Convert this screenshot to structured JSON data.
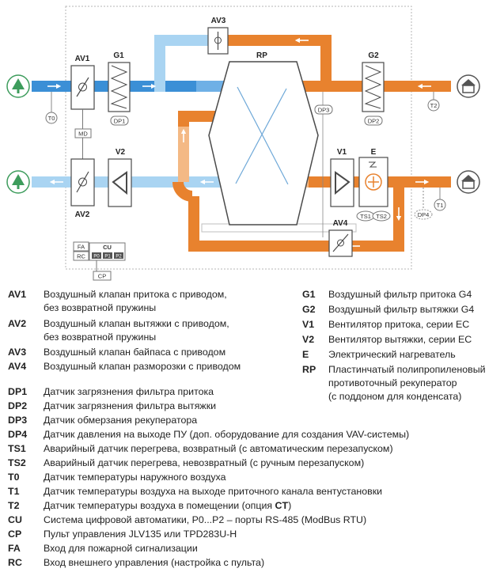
{
  "diagram": {
    "AV1": "AV1",
    "AV2": "AV2",
    "AV3": "AV3",
    "AV4": "AV4",
    "G1": "G1",
    "G2": "G2",
    "V1": "V1",
    "V2": "V2",
    "E": "E",
    "RP": "RP",
    "MD": "MD",
    "DP1": "DP1",
    "DP2": "DP2",
    "DP3": "DP3",
    "DP4": "DP4",
    "T0": "T0",
    "T1": "T1",
    "T2": "T2",
    "TS1": "TS1",
    "TS2": "TS2",
    "CU": "CU",
    "FA": "FA",
    "RC": "RC",
    "CP": "CP",
    "P0": "P0",
    "P1": "P1",
    "P2": "P2",
    "colors": {
      "supply": "#3b8fd6",
      "supply_light": "#a9d4f2",
      "exhaust": "#e8822e",
      "exhaust_light": "#f4b985",
      "outline": "#4a4a4a",
      "green": "#3d9c5c"
    }
  },
  "legend_left": [
    {
      "code": "AV1",
      "desc": "Воздушный клапан притока с приводом,"
    },
    {
      "code": "",
      "desc": "без возвратной пружины"
    },
    {
      "code": "AV2",
      "desc": "Воздушный клапан вытяжки с приводом,"
    },
    {
      "code": "",
      "desc": "без  возвратной пружины"
    },
    {
      "code": "AV3",
      "desc": "Воздушный клапан байпаса с приводом"
    },
    {
      "code": "AV4",
      "desc": "Воздушный клапан разморозки с приводом"
    }
  ],
  "legend_right": [
    {
      "code": "G1",
      "desc": "Воздушный фильтр притока G4"
    },
    {
      "code": "G2",
      "desc": "Воздушный фильтр вытяжки G4"
    },
    {
      "code": "V1",
      "desc": "Вентилятор притока, серии EC"
    },
    {
      "code": "V2",
      "desc": "Вентилятор вытяжки, серии EC"
    },
    {
      "code": "E",
      "desc": "Электрический нагреватель"
    },
    {
      "code": "RP",
      "desc": "Пластинчатый полипропиленовый"
    },
    {
      "code": "",
      "desc": "противоточный рекуператор"
    },
    {
      "code": "",
      "desc": "(с поддоном для конденсата)"
    }
  ],
  "legend_bottom": [
    {
      "code": "DP1",
      "desc": "Датчик загрязнения фильтра притока"
    },
    {
      "code": "DP2",
      "desc": "Датчик загрязнения фильтра вытяжки"
    },
    {
      "code": "DP3",
      "desc": "Датчик обмерзания рекуператора"
    },
    {
      "code": "DP4",
      "desc": "Датчик давления на выходе ПУ (доп. оборудование для создания VAV-системы)"
    },
    {
      "code": "TS1",
      "desc": "Аварийный датчик перегрева, возвратный (с автоматическим перезапуском)"
    },
    {
      "code": "TS2",
      "desc": "Аварийный датчик перегрева, невозвратный (с ручным перезапуском)"
    },
    {
      "code": "T0",
      "desc": "Датчик температуры наружного воздуха"
    },
    {
      "code": "T1",
      "desc": "Датчик температуры воздуха на выходе приточного канала вентустановки"
    },
    {
      "code": "T2",
      "desc": "Датчик температуры воздуха в помещении (опция ",
      "bold": "CT",
      "tail": ")"
    },
    {
      "code": "CU",
      "desc": "Система цифровой автоматики, P0...P2 – порты RS-485 (ModBus RTU)"
    },
    {
      "code": "CP",
      "desc": "Пульт управления JLV135 или TPD283U-H"
    },
    {
      "code": "FA",
      "desc": "Вход для пожарной сигнализации"
    },
    {
      "code": "RC",
      "desc": "Вход внешнего управления (настройка с пульта)"
    }
  ]
}
